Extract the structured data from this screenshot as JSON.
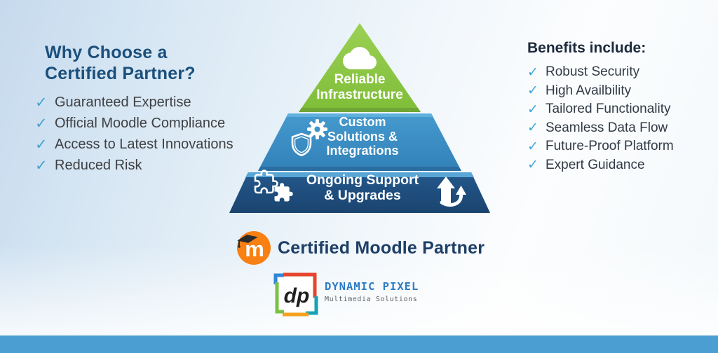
{
  "ui": {
    "check_glyph": "✓"
  },
  "colors": {
    "background_left": "#c6daed",
    "footer_band": "#4b9ed1",
    "heading_blue": "#1a4f7c",
    "benefits_heading": "#1c2a3d",
    "body_text": "#3f4043",
    "check_left": "#4aa2cf",
    "check_right": "#3fa6dc",
    "tier_green": "#8bc63f",
    "tier_blue": "#3c8dc5",
    "tier_navy": "#1d4c7e",
    "moodle_orange": "#f98012",
    "moodle_text": "#1d3e66",
    "brand_blue": "#2d7cc4"
  },
  "left_panel": {
    "heading_line1": "Why Choose a",
    "heading_line2": "Certified Partner?",
    "items": [
      "Guaranteed Expertise",
      "Official Moodle Compliance",
      "Access to Latest Innovations",
      "Reduced Risk"
    ]
  },
  "benefits": {
    "heading": "Benefits include:",
    "items": [
      "Robust Security",
      "High Availbility",
      "Tailored Functionality",
      "Seamless Data Flow",
      "Future-Proof Platform",
      "Expert Guidance"
    ]
  },
  "pyramid": {
    "tiers": [
      {
        "icon": "cloud-icon",
        "color": "#8bc63f",
        "lines": [
          "Reliable",
          "Infrastructure"
        ]
      },
      {
        "icon": "shield-gear-icon",
        "color": "#3c8dc5",
        "lines": [
          "Custom",
          "Solutions &",
          "Integrations"
        ]
      },
      {
        "icon_left": "puzzle-icon",
        "icon_right": "update-arrows-icon",
        "color": "#1d4c7e",
        "lines": [
          "Ongoing Support",
          "& Upgrades"
        ]
      }
    ]
  },
  "certification": {
    "logo_letter": "m",
    "label": "Certified Moodle Partner"
  },
  "brand": {
    "monogram": "dp",
    "name": "DYNAMIC PIXEL",
    "tagline": "Multimedia Solutions"
  }
}
